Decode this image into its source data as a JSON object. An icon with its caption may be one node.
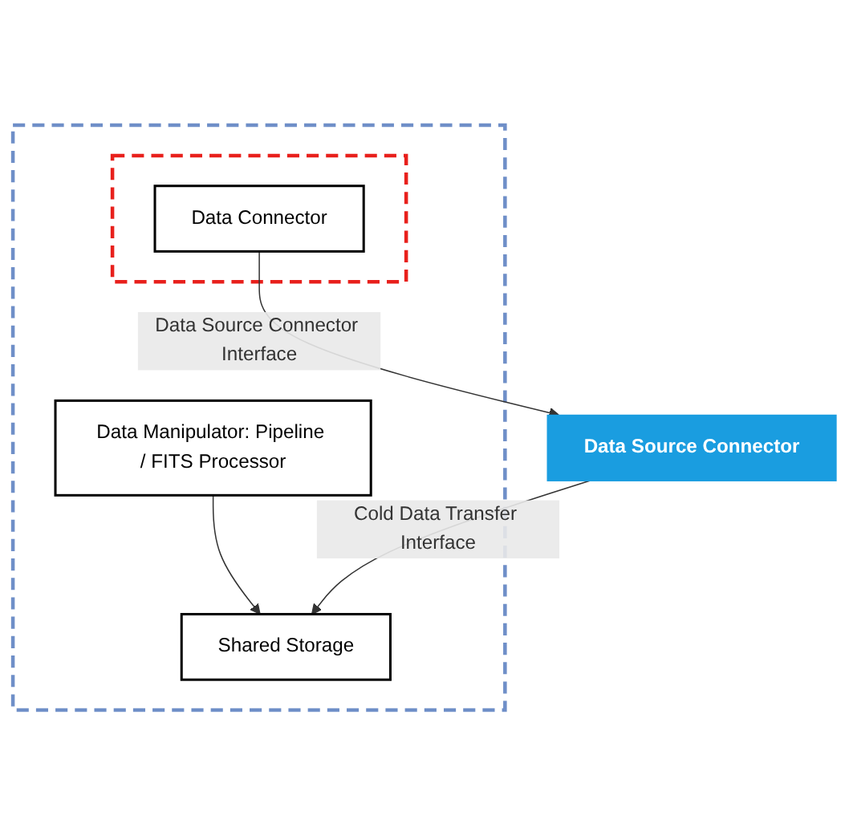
{
  "diagram": {
    "nodes": [
      {
        "text": [],
        "shape": "box"
      },
      {
        "text": [
          "Data Manipulator: Pipeline / FITS Processor"
        ],
        "in": 0
      },
      {
        "text": [
          "Shared Storage"
        ],
        "in": 0
      },
      {
        "text": [],
        "shape": "box",
        "in": 0
      },
      {
        "text": [
          "Data Connector"
        ],
        "in": 3
      },
      {
        "text": [
          "Data Source Connector"
        ]
      }
    ],
    "edges": [
      {
        "from": 1,
        "to": 2,
        "arrow": "to"
      },
      {
        "from": 5,
        "to": 2,
        "arrow": "to",
        "label": "Cold Data Transfer Interface"
      },
      {
        "from": 4,
        "to": 5,
        "arrow": "to",
        "label": "Data Source Connector Interface"
      }
    ]
  }
}
